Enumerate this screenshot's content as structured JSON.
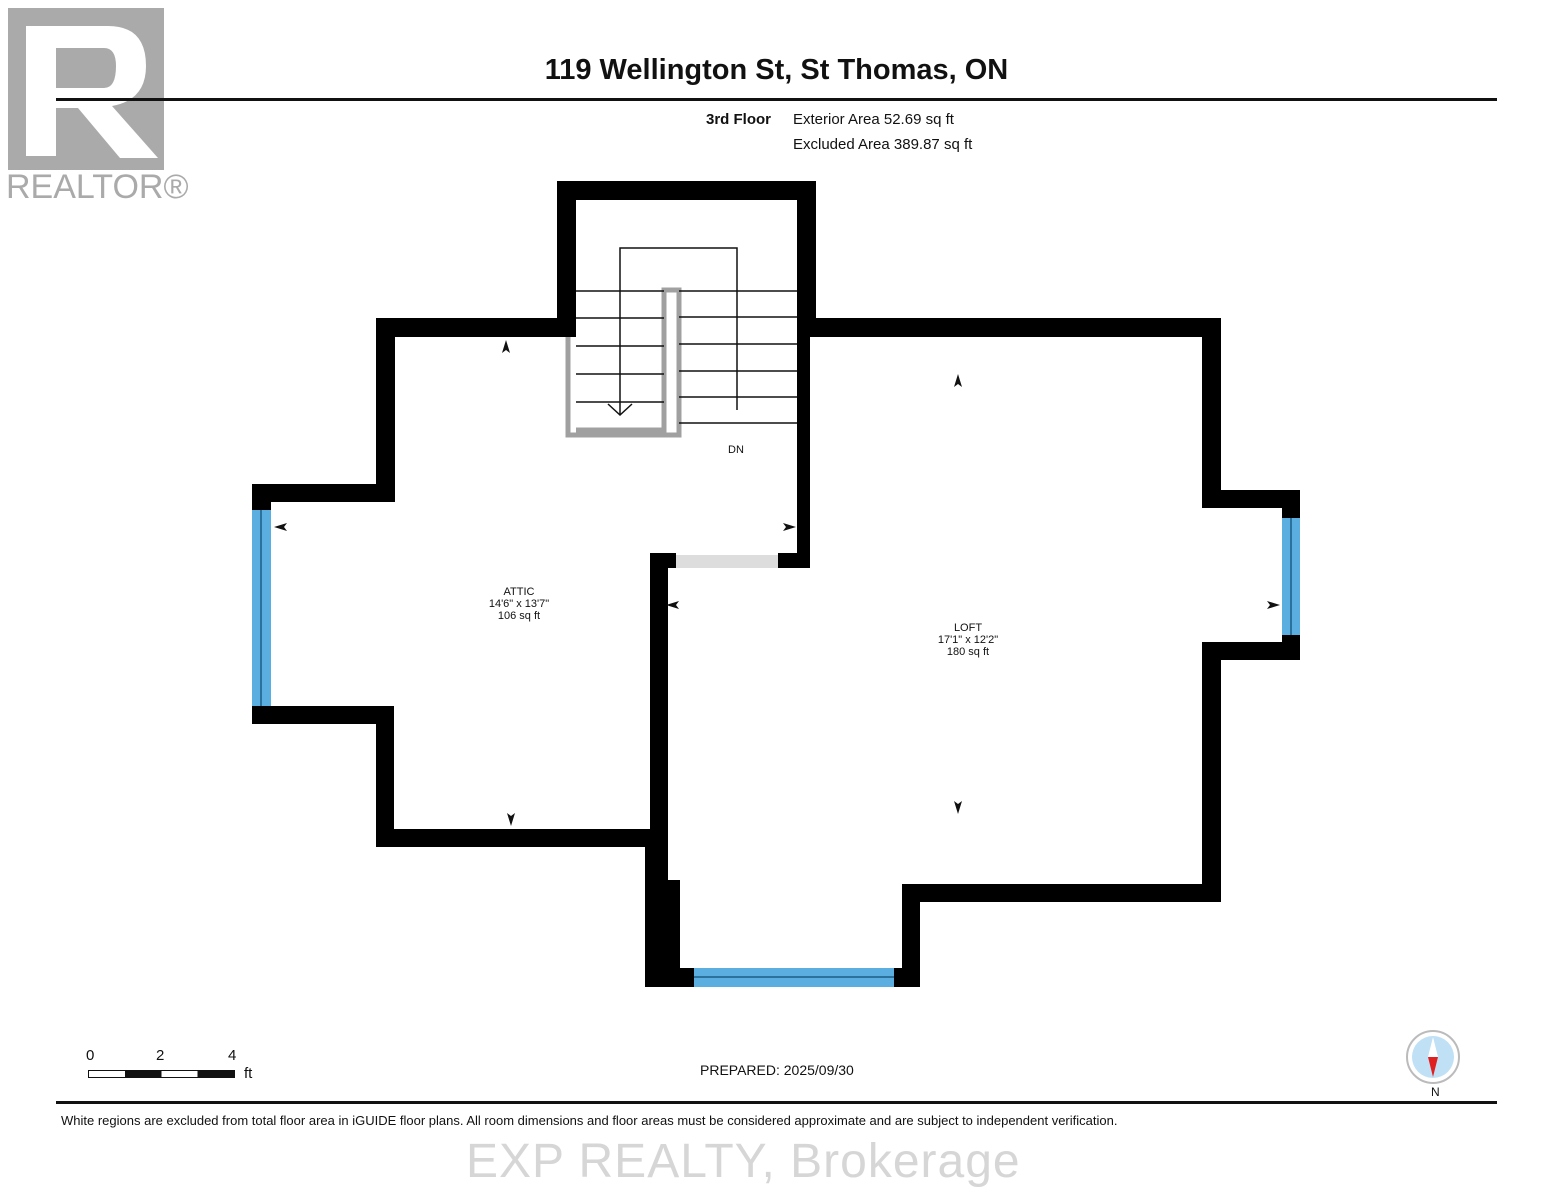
{
  "logo": {
    "text": "REALTOR®"
  },
  "header": {
    "title": "119 Wellington St, St Thomas, ON"
  },
  "floor_info": {
    "floor": "3rd Floor",
    "exterior_area": "Exterior Area 52.69 sq ft",
    "excluded_area": "Excluded Area 389.87 sq ft"
  },
  "rooms": [
    {
      "name": "ATTIC",
      "dimensions": "14'6\" x 13'7\"",
      "area": "106 sq ft"
    },
    {
      "name": "LOFT",
      "dimensions": "17'1\" x 12'2\"",
      "area": "180 sq ft"
    }
  ],
  "stairs": {
    "label": "DN"
  },
  "scale": {
    "ticks": [
      "0",
      "2",
      "4"
    ],
    "unit": "ft"
  },
  "prepared": "PREPARED: 2025/09/30",
  "compass": {
    "label": "N"
  },
  "footer": {
    "disclaimer": "White regions are excluded from total floor area in iGUIDE floor plans. All room dimensions and floor areas must be considered approximate and are subject to independent verification."
  },
  "watermark": "EXP REALTY, Brokerage",
  "colors": {
    "wall": "#000000",
    "window": "#5aaee0",
    "door": "#dddddd",
    "stair_rail": "#a0a0a0",
    "logo": "#aaaaaa"
  }
}
